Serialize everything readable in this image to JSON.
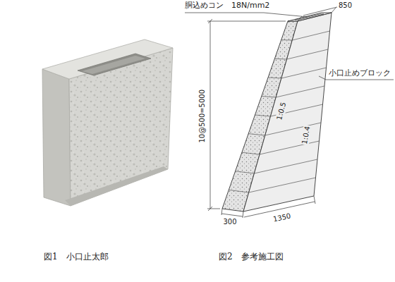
{
  "diagram": {
    "labels": [
      "胴込めコン　18N/mm2",
      "850",
      "小口止めブロック",
      "10@500=5000",
      "1:0.5",
      "1:0.4",
      "300",
      "1350",
      "図1　小口止太郎",
      "図2　参考施工図"
    ]
  }
}
